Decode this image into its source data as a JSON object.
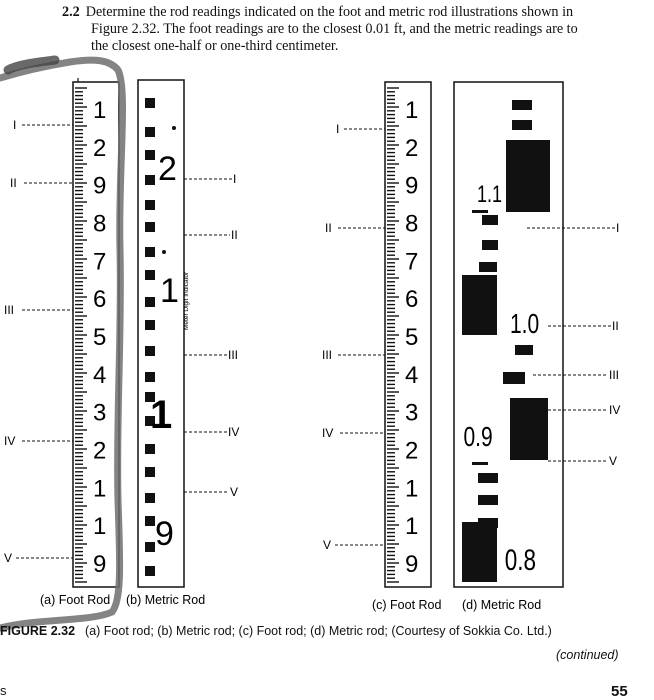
{
  "problem": {
    "number": "2.2",
    "lines": [
      "Determine the rod readings indicated on the foot and metric rod illustrations shown in",
      "Figure 2.32. The foot readings are to the closest 0.01 ft, and the metric readings are to",
      "the closest one-half or one-third centimeter."
    ]
  },
  "rods": {
    "foot_a_numbers": [
      "1",
      "2",
      "9",
      "8",
      "7",
      "6",
      "5",
      "4",
      "3",
      "2",
      "1",
      "1",
      "9"
    ],
    "foot_c_numbers": [
      "1",
      "2",
      "9",
      "8",
      "7",
      "6",
      "5",
      "4",
      "3",
      "2",
      "1",
      "1",
      "9"
    ],
    "metric_b_numbers": [
      "2",
      "1",
      "1",
      "9"
    ],
    "metric_b_side_label": "Meter Digit Indicator",
    "metric_d_numbers": [
      "1.1",
      "1.0",
      "0.9",
      "0.8"
    ],
    "left_markers": [
      "I",
      "II",
      "III",
      "IV",
      "V"
    ],
    "right_markers": [
      "I",
      "II",
      "III",
      "IV",
      "V"
    ]
  },
  "captions": {
    "a": "(a) Foot Rod",
    "b": "(b) Metric Rod",
    "c": "(c) Foot Rod",
    "d": "(d) Metric Rod"
  },
  "figure": {
    "label": "FIGURE 2.32",
    "text": "(a) Foot rod; (b) Metric rod; (c) Foot rod; (d) Metric rod; (Courtesy of Sokkia Co. Ltd.)",
    "continued": "(continued)"
  },
  "page": {
    "number": "55",
    "footer_left": "s"
  }
}
